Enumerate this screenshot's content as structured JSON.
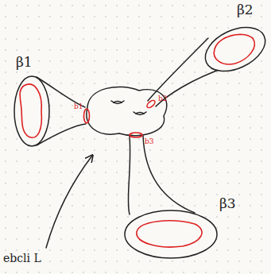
{
  "diagram": {
    "labels": [
      "β1",
      "β2",
      "β3",
      "b1",
      "b2",
      "b3",
      "ebcli L"
    ]
  }
}
